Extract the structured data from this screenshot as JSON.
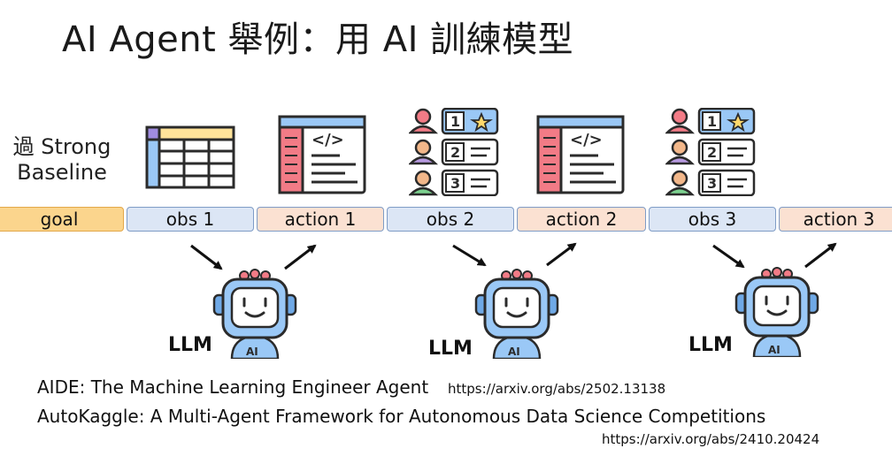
{
  "title": "AI Agent 舉例：用 AI 訓練模型",
  "side_note": {
    "line1": "過 Strong",
    "line2": "Baseline"
  },
  "timeline": [
    {
      "label": "goal",
      "kind": "goal",
      "color": "#fbd58d"
    },
    {
      "label": "obs 1",
      "kind": "obs",
      "color": "#dce6f5"
    },
    {
      "label": "action 1",
      "kind": "action",
      "color": "#fbe1d2"
    },
    {
      "label": "obs 2",
      "kind": "obs",
      "color": "#dce6f5"
    },
    {
      "label": "action 2",
      "kind": "action",
      "color": "#fbe1d2"
    },
    {
      "label": "obs 3",
      "kind": "obs",
      "color": "#dce6f5"
    },
    {
      "label": "action 3",
      "kind": "action",
      "color": "#fbe1d2"
    }
  ],
  "icons": [
    {
      "name": "spreadsheet-icon"
    },
    {
      "name": "code-window-icon"
    },
    {
      "name": "leaderboard-icon",
      "ranks": [
        "1",
        "2",
        "3"
      ]
    },
    {
      "name": "code-window-icon"
    },
    {
      "name": "leaderboard-icon",
      "ranks": [
        "1",
        "2",
        "3"
      ]
    }
  ],
  "code_glyph": "</>",
  "robots": [
    {
      "label": "LLM",
      "badge": "AI"
    },
    {
      "label": "LLM",
      "badge": "AI"
    },
    {
      "label": "LLM",
      "badge": "AI"
    }
  ],
  "references": [
    {
      "title": "AIDE: The Machine Learning Engineer Agent",
      "url": "https://arxiv.org/abs/2502.13138"
    },
    {
      "title": "AutoKaggle: A Multi-Agent Framework for Autonomous Data Science Competitions",
      "url": "https://arxiv.org/abs/2410.20424"
    }
  ]
}
